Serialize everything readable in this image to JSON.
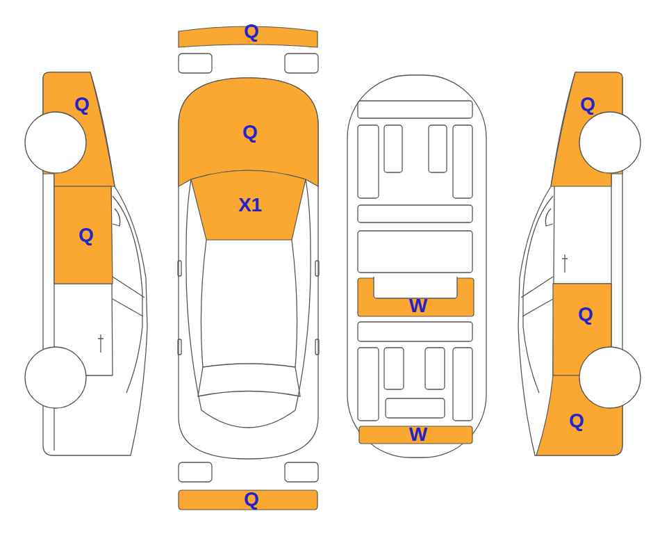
{
  "diagram": {
    "nodes": [
      {
        "text": [
          "Q"
        ]
      },
      {
        "text": [
          "Q"
        ]
      },
      {
        "text": [
          "Q"
        ]
      },
      {
        "text": [
          "Q"
        ]
      },
      {
        "text": [
          "X1"
        ]
      },
      {
        "text": [
          "Q"
        ]
      },
      {
        "text": [
          "W"
        ]
      },
      {
        "text": [
          "W"
        ]
      },
      {
        "text": [
          "Q"
        ]
      },
      {
        "text": [
          "Q"
        ]
      },
      {
        "text": [
          "Q"
        ]
      }
    ]
  }
}
